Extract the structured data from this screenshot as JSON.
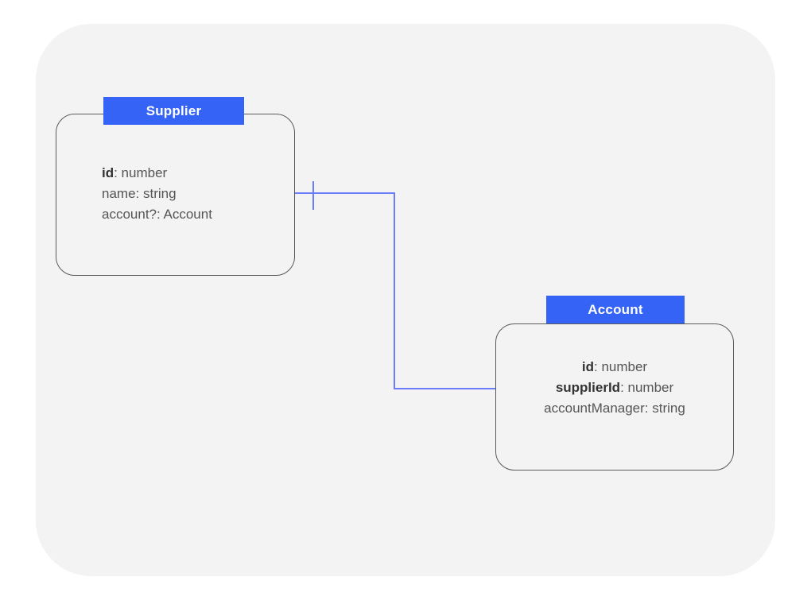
{
  "canvas": {
    "background_color": "#ffffff",
    "panel_color": "#f2f3f2",
    "accent_color": "#3563f5",
    "connector_color": "#6b7dfa",
    "border_color": "#5a5a5a"
  },
  "entities": [
    {
      "id": "supplier",
      "title": "Supplier",
      "attributes": [
        {
          "key": "id",
          "key_bold": true,
          "type": ": number"
        },
        {
          "key": "name",
          "key_bold": false,
          "type": ": string"
        },
        {
          "key": "account?",
          "key_bold": false,
          "type": ": Account"
        }
      ]
    },
    {
      "id": "account",
      "title": "Account",
      "attributes": [
        {
          "key": "id",
          "key_bold": true,
          "type": ": number"
        },
        {
          "key": "supplierId",
          "key_bold": true,
          "type": ": number"
        },
        {
          "key": "accountManager",
          "key_bold": false,
          "type": ": string"
        }
      ]
    }
  ],
  "relationship": {
    "from": "Supplier",
    "to": "Account",
    "from_cardinality": "one",
    "to_cardinality": "one"
  }
}
